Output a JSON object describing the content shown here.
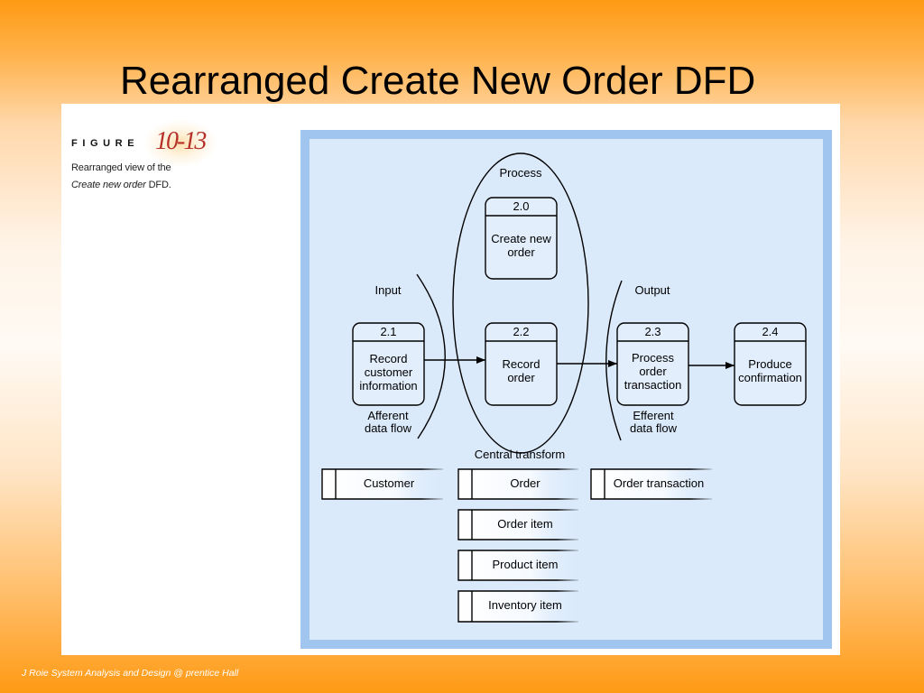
{
  "slide": {
    "title": "Rearranged Create New Order DFD",
    "footer": "J Roie System Analysis and Design @ prentice Hall"
  },
  "figure": {
    "label": "FIGURE",
    "number": "10-13",
    "caption_line1": "Rearranged view of the",
    "caption_italic": "Create new order",
    "caption_tail": "DFD."
  },
  "diagram": {
    "labels": {
      "process": "Process",
      "input": "Input",
      "output": "Output",
      "afferent": [
        "Afferent",
        "data flow"
      ],
      "efferent": [
        "Efferent",
        "data flow"
      ],
      "central_transform": "Central transform"
    },
    "processes": [
      {
        "id": "2.0",
        "lines": [
          "Create new",
          "order"
        ]
      },
      {
        "id": "2.1",
        "lines": [
          "Record",
          "customer",
          "information"
        ]
      },
      {
        "id": "2.2",
        "lines": [
          "Record",
          "order"
        ]
      },
      {
        "id": "2.3",
        "lines": [
          "Process",
          "order",
          "transaction"
        ]
      },
      {
        "id": "2.4",
        "lines": [
          "Produce",
          "confirmation"
        ]
      }
    ],
    "data_stores": [
      "Customer",
      "Order",
      "Order transaction",
      "Order item",
      "Product item",
      "Inventory item"
    ]
  },
  "colors": {
    "background_orange": "#ff9a14",
    "figure_number_red": "#b5312a",
    "frame_blue": "#a0c6ef",
    "diagram_fill_blue": "#dbeafb",
    "footer_text": "#ffffff"
  }
}
